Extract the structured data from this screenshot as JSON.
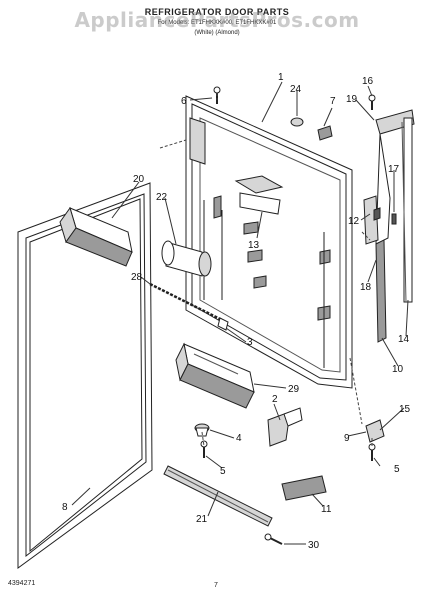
{
  "header": {
    "title": "REFRIGERATOR DOOR PARTS",
    "line2": "For Models: ET1FHKXK#00, ET1FHKXK#01",
    "line3": "(White)          (Almond)"
  },
  "watermark": "AppliancePartsPros.com",
  "footer": {
    "part_number": "4394271",
    "page": "7"
  },
  "callouts": [
    "1",
    "2",
    "3",
    "4",
    "5",
    "5",
    "6",
    "7",
    "8",
    "9",
    "10",
    "11",
    "12",
    "13",
    "14",
    "15",
    "16",
    "17",
    "18",
    "19",
    "20",
    "21",
    "22",
    "24",
    "28",
    "29",
    "30"
  ],
  "colors": {
    "line": "#222222",
    "shade": "#9a9a9a",
    "light": "#d6d6d6"
  }
}
